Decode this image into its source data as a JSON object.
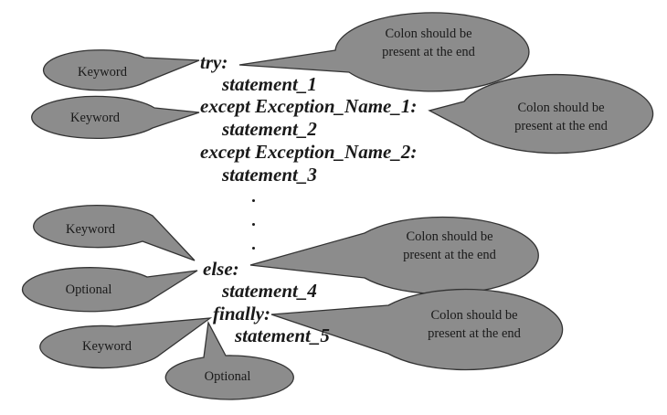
{
  "code": {
    "try": "try:",
    "statement_1": "statement_1",
    "except_1": "except Exception_Name_1:",
    "statement_2": "statement_2",
    "except_2": "except Exception_Name_2:",
    "statement_3": "statement_3",
    "else": "else:",
    "statement_4": "statement_4",
    "finally": "finally:",
    "statement_5": "statement_5"
  },
  "callouts": {
    "keyword_try": "Keyword",
    "colon_try": "Colon should be present at the end",
    "keyword_except": "Keyword",
    "colon_except": "Colon should be present at the end",
    "keyword_else": "Keyword",
    "colon_else": "Colon should be present at the end",
    "optional_else": "Optional",
    "colon_finally": "Colon should be present at the end",
    "keyword_finally": "Keyword",
    "optional_finally": "Optional"
  },
  "colors": {
    "bubble_fill": "#8c8c8c",
    "bubble_stroke": "#333333",
    "text": "#1a1a1a"
  }
}
